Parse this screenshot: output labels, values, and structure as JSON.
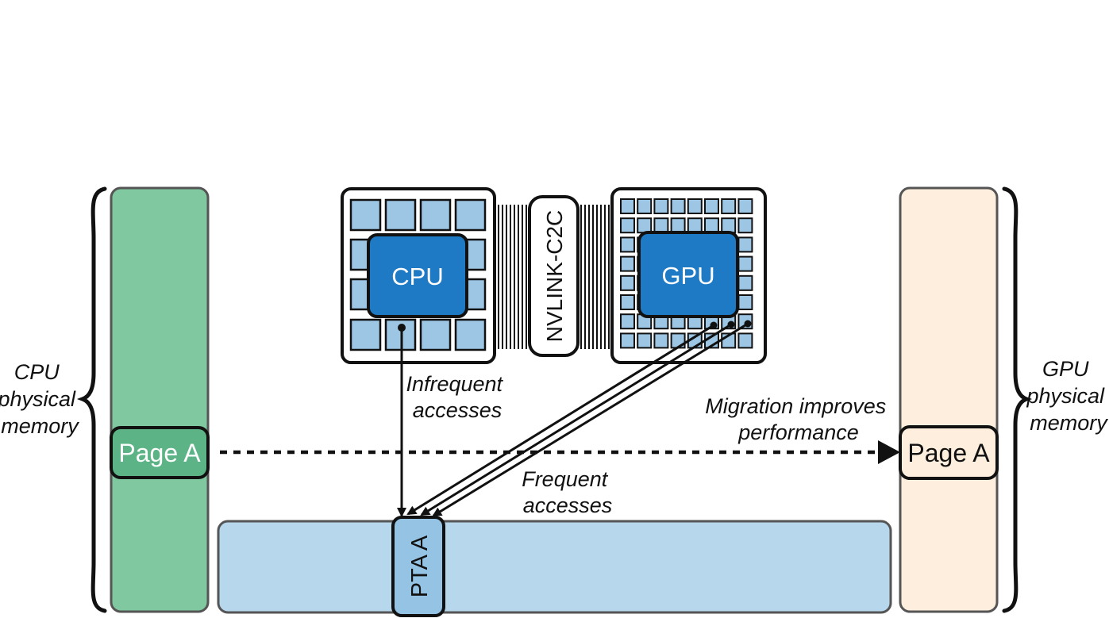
{
  "cpu_memory": {
    "label_lines": [
      "CPU",
      "physical",
      "memory"
    ],
    "page_label": "Page A",
    "color": "#80c8a0",
    "page_color": "#5cb486"
  },
  "gpu_memory": {
    "label_lines": [
      "GPU",
      "physical",
      "memory"
    ],
    "page_label": "Page A",
    "color": "#fdeedd"
  },
  "cpu_chip": {
    "label": "CPU",
    "core_color": "#1e7ac4",
    "cell_color": "#9cc6e4"
  },
  "gpu_chip": {
    "label": "GPU",
    "core_color": "#1e7ac4",
    "cell_color": "#9cc6e4"
  },
  "interconnect": {
    "label": "NVLINK-C2C"
  },
  "page_table": {
    "entry_label": "PTA A",
    "color": "#b6d7ec",
    "entry_color": "#95c3e3"
  },
  "annotations": {
    "infrequent": [
      "Infrequent",
      "accesses"
    ],
    "frequent": [
      "Frequent",
      "accesses"
    ],
    "migration": [
      "Migration improves",
      "performance"
    ]
  }
}
